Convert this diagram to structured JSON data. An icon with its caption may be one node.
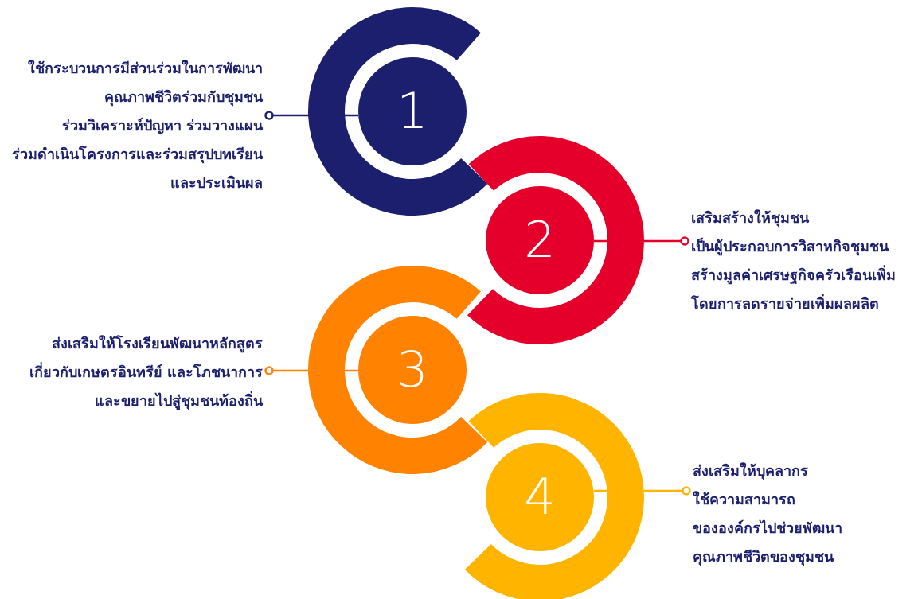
{
  "diagram": {
    "nodes": [
      {
        "text": [
          "1"
        ]
      },
      {
        "text": [
          "2"
        ]
      },
      {
        "text": [
          "3"
        ]
      },
      {
        "text": [
          "4"
        ]
      },
      {
        "text": [
          "ใช้กระบวนการมีส่วนร่วมในการพัฒนา คุณภาพชีวิตร่วมกับชุมชน ร่วมวิเคราะห์ปัญหา ร่วมวางแผน ร่วมดำเนินโครงการและร่วมสรุปบทเรียน และประเมินผล"
        ]
      },
      {
        "text": [
          "เสริมสร้างให้ชุมชน เป็นผู้ประกอบการวิสาหกิจชุมชน สร้างมูลค่าเศรษฐกิจครัวเรือนเพิ่ม โดยการลดรายจ่ายเพิ่มผลผลิต"
        ]
      },
      {
        "text": [
          "ส่งเสริมให้โรงเรียนพัฒนาหลักสูตร เกี่ยวกับเกษตรอินทรีย์ และโภชนาการ และขยายไปสู่ชุมชนท้องถิ่น"
        ]
      },
      {
        "text": [
          "ส่งเสริมให้บุคลากร ใช้ความสามารถ ขององค์กรไปช่วยพัฒนา คุณภาพชีวิตของชุมชน"
        ]
      }
    ],
    "edges": [
      {
        "from": 4,
        "to": 0,
        "arrow": "other",
        "color": "#1b1f6e"
      },
      {
        "from": 5,
        "to": 1,
        "arrow": "other",
        "color": "#e4002b"
      },
      {
        "from": 6,
        "to": 2,
        "arrow": "other",
        "color": "#ff8200"
      },
      {
        "from": 7,
        "to": 3,
        "arrow": "other",
        "color": "#ffb400"
      }
    ]
  }
}
